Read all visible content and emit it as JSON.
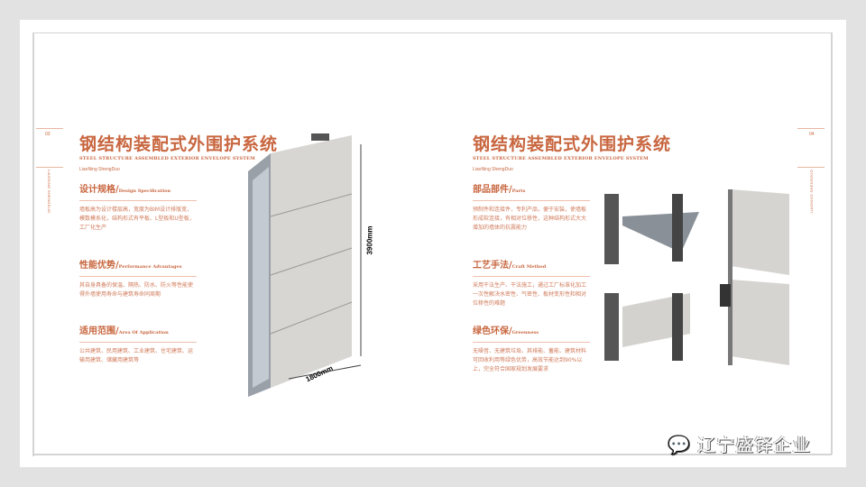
{
  "left_page": {
    "page_number": "03",
    "side_label": "LIAONING SHENGDUO",
    "title": "钢结构装配式外围护系统",
    "subtitle": "STEEL STRUCTURE ASSEMBLED EXTERIOR ENVELOPE SYSTEM",
    "brand": "LiaoNing ShengDuo",
    "sections": [
      {
        "title": "设计规格",
        "title_en": "Design Specification",
        "body": "墙板高为设计楼层高，宽度为BIM设计排版宽，模数模系化，结构形式有平板、L型板和U型板，工厂化生产"
      },
      {
        "title": "性能优势",
        "title_en": "Performance Advantages",
        "body": "其自身具备的保温、隔热、防水、防火等性能使得外墙使用寿命与建筑寿命同周期"
      },
      {
        "title": "适用范围",
        "title_en": "Area Of Application",
        "body": "公共建筑、民用建筑、工业建筑、住宅建筑、运输用建筑、储藏用建筑等"
      }
    ],
    "dimensions": {
      "height": "3900mm",
      "width": "1800mm"
    }
  },
  "right_page": {
    "page_number": "04",
    "side_label": "LIAONING SHENGDUO",
    "title": "钢结构装配式外围护系统",
    "subtitle": "STEEL STRUCTURE ASSEMBLED EXTERIOR ENVELOPE SYSTEM",
    "brand": "LiaoNing ShengDuo",
    "sections": [
      {
        "title": "部品部件",
        "title_en": "Parts",
        "body": "预制件和连接件，专利产品，便于安装，使墙板形成软连接，有相对位移性，这种结构形式大大增加的墙体的抗震能力"
      },
      {
        "title": "工艺手法",
        "title_en": "Craft Method",
        "body": "采用干法生产、干法施工，通过工厂标准化加工一次性解决水密性、气密性、板材变形性和相对位移性的难题"
      },
      {
        "title": "绿色环保",
        "title_en": "Greenness",
        "body": "无噪音、无建筑垃圾、其排能、蓄能、建筑材料可回收利用等绿色优势，高效节能达到90%以上，完全符合国家规划发展要求"
      }
    ]
  },
  "watermark": "辽宁盛铎企业"
}
